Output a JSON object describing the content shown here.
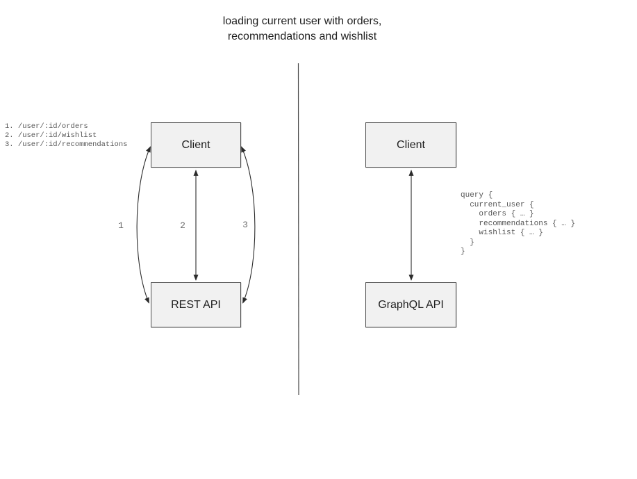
{
  "title": {
    "line1": "loading current user with orders,",
    "line2": "recommendations and wishlist"
  },
  "left_panel": {
    "endpoints": [
      "1. /user/:id/orders",
      "2. /user/:id/wishlist",
      "3. /user/:id/recommendations"
    ],
    "client_label": "Client",
    "api_label": "REST API",
    "arrow_labels": [
      "1",
      "2",
      "3"
    ]
  },
  "right_panel": {
    "client_label": "Client",
    "api_label": "GraphQL API",
    "query_lines": [
      "query {",
      "  current_user {",
      "    orders { … }",
      "    recommendations { … }",
      "    wishlist { … }",
      "  }",
      "}"
    ]
  },
  "colors": {
    "box_fill": "#f1f1f1",
    "box_border": "#4a4a4a",
    "arrow": "#2b2b2b",
    "code_text": "#585858",
    "label_text": "#6e6e6e",
    "title_text": "#212121"
  }
}
